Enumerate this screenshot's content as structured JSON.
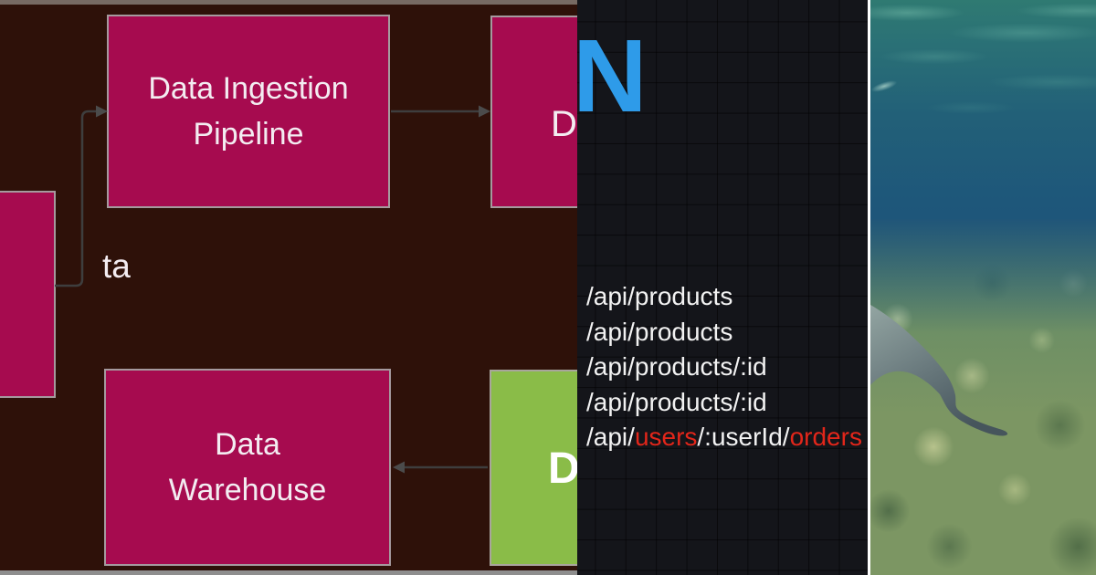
{
  "diagram": {
    "background_color": "#2e1109",
    "box_color": "#a60b4f",
    "green_box_color": "#8abc48",
    "source_box": {
      "visible_text": "ta"
    },
    "ingestion_box": {
      "line1": "Data Ingestion",
      "line2": "Pipeline"
    },
    "destination_box": {
      "visible_text": "D"
    },
    "warehouse_box": {
      "line1": "Data",
      "line2": "Warehouse"
    },
    "green_box": {
      "visible_text": "D"
    }
  },
  "code_panel": {
    "background_color": "#14151a",
    "big_letter": "N",
    "big_letter_color": "#2e9be9",
    "highlight_color": "#e3261a",
    "routes": [
      {
        "text": "/api/products"
      },
      {
        "text": "/api/products"
      },
      {
        "text": "/api/products/:id"
      },
      {
        "text": "/api/products/:id"
      }
    ],
    "mixed_route": {
      "seg1": "/api/",
      "seg2": "users",
      "seg3": "/:userId/",
      "seg4": "orders"
    }
  },
  "photo_panel": {
    "water_surface_color": "#2f7a72",
    "deep_water_color": "#1d537a",
    "seabed_color": "#7c9663"
  }
}
